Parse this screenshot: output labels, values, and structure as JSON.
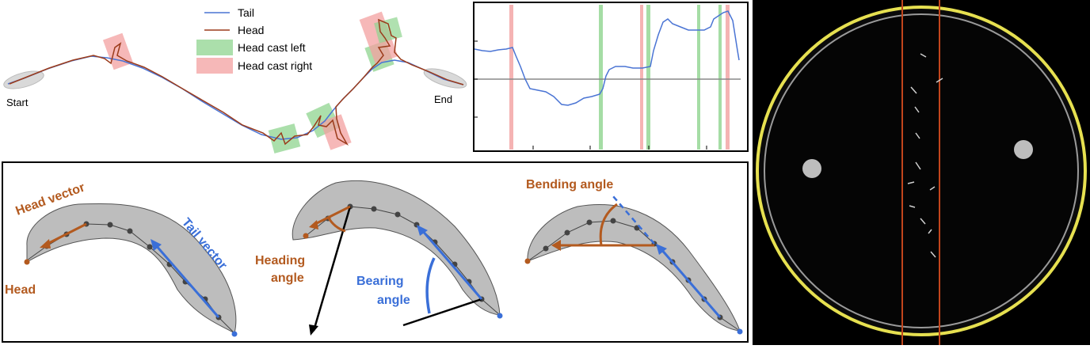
{
  "trajectory": {
    "legend": {
      "tail": "Tail",
      "head": "Head",
      "cast_left": "Head cast left",
      "cast_right": "Head cast right"
    },
    "start_label": "Start",
    "end_label": "End"
  },
  "vectors": {
    "head_vector": "Head vector",
    "tail_vector": "Tail vector",
    "head": "Head",
    "heading_angle_line1": "Heading",
    "heading_angle_line2": "angle",
    "bearing_angle_line1": "Bearing",
    "bearing_angle_line2": "angle",
    "bending_angle": "Bending angle"
  },
  "colors": {
    "tail": "#4a74d4",
    "head": "#9b3b1b",
    "cast_left": "#8fd48f",
    "cast_right": "#f3a0a0",
    "annotation_brown": "#b35a1f",
    "annotation_blue": "#3a6fd8",
    "body_gray": "#bdbdbd"
  }
}
